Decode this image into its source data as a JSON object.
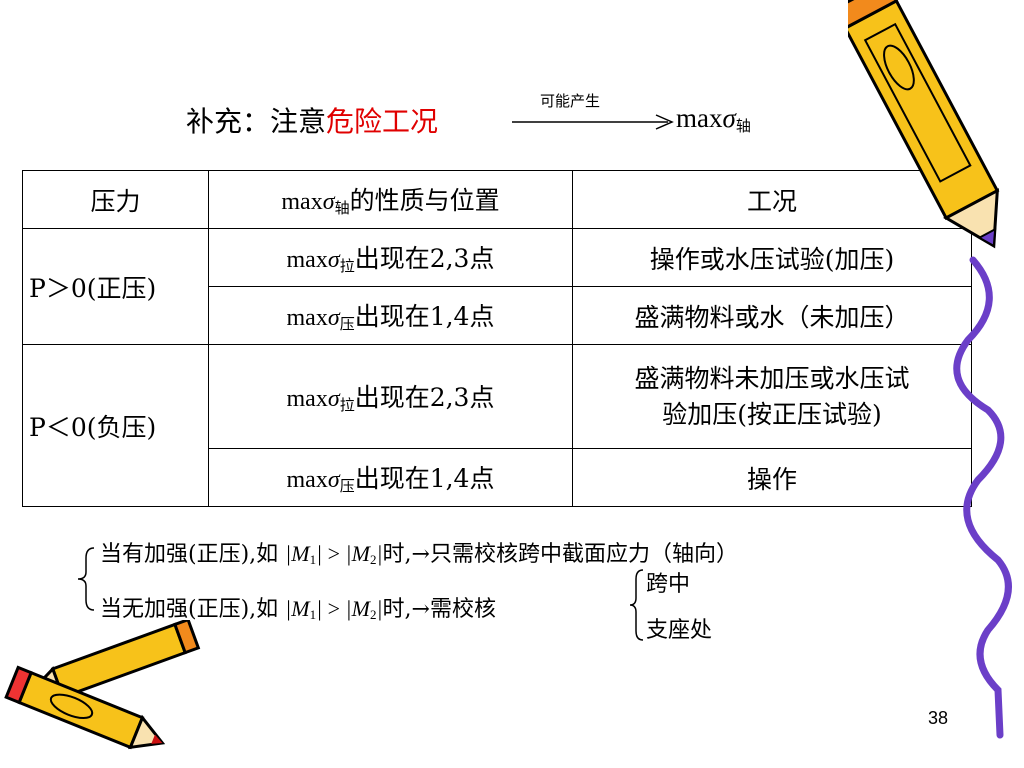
{
  "heading": {
    "prefix": "补充：注意",
    "highlight": "危险工况",
    "arrow_label": "可能产生",
    "max": "max",
    "sigma": "σ",
    "subscript": "轴"
  },
  "table": {
    "headers": {
      "col1": "压力",
      "col2_max": "max",
      "col2_sigma": "σ",
      "col2_sub": "轴",
      "col2_text": "的性质与位置",
      "col3": "工况"
    },
    "groups": [
      {
        "label": "P＞0(正压)",
        "rows": [
          {
            "max": "max",
            "sigma": "σ",
            "sub": "拉",
            "position": "出现在2,3点",
            "condition": "操作或水压试验(加压)"
          },
          {
            "max": "max",
            "sigma": "σ",
            "sub": "压",
            "position": "出现在1,4点",
            "condition": "盛满物料或水（未加压）"
          }
        ]
      },
      {
        "label": "P＜0(负压)",
        "rows": [
          {
            "max": "max",
            "sigma": "σ",
            "sub": "拉",
            "position": "出现在2,3点",
            "condition_line1": "盛满物料未加压或水压试",
            "condition_line2": "验加压(按正压试验)"
          },
          {
            "max": "max",
            "sigma": "σ",
            "sub": "压",
            "position": "出现在1,4点",
            "condition": "操作"
          }
        ]
      }
    ]
  },
  "notes": {
    "line1": {
      "prefix": "当有加强(正压),如",
      "m": "M",
      "sub1": "1",
      "gt": ">",
      "sub2": "2",
      "shi": "时,",
      "arrow": "→",
      "suffix": "只需校核跨中截面应力（轴向）"
    },
    "line2": {
      "prefix": "当无加强(正压),如",
      "m": "M",
      "sub1": "1",
      "gt": ">",
      "sub2": "2",
      "shi": "时,",
      "arrow": "→",
      "suffix": "需校核",
      "option1": "跨中",
      "option2": "支座处"
    }
  },
  "page_number": "38",
  "colors": {
    "highlight": "#e00000",
    "pencil_yellow": "#f7c21a",
    "pencil_orange": "#f28a1c",
    "pencil_purple": "#6b3fc8"
  },
  "icons": [
    "pencil-icon-top-right",
    "pencils-icon-bottom-left"
  ]
}
